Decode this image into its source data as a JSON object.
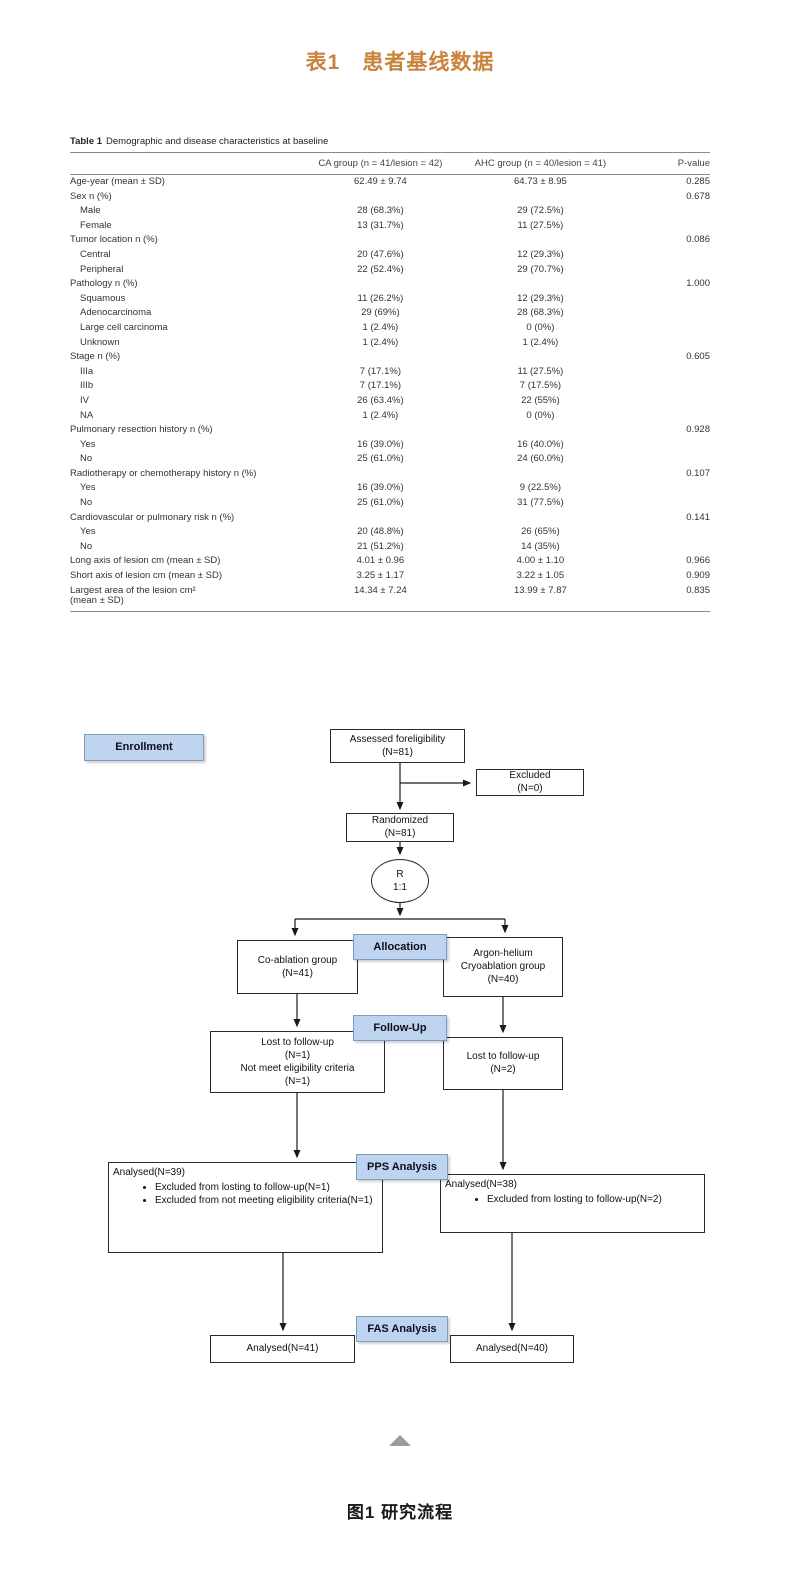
{
  "page": {
    "table_title": "表1　患者基线数据",
    "figure_caption": "图1 研究流程",
    "title_color": "#c8833c"
  },
  "table": {
    "caption_label": "Table 1",
    "caption_text": "Demographic and disease characteristics at baseline",
    "columns": {
      "label": "",
      "ca": "CA group (n = 41/lesion = 42)",
      "ahc": "AHC group (n = 40/lesion = 41)",
      "p": "P-value"
    },
    "rows": [
      {
        "label": "Age-year (mean ± SD)",
        "sub": false,
        "ca": "62.49 ± 9.74",
        "ahc": "64.73 ± 8.95",
        "p": "0.285"
      },
      {
        "label": "Sex n (%)",
        "sub": false,
        "ca": "",
        "ahc": "",
        "p": "0.678"
      },
      {
        "label": "Male",
        "sub": true,
        "ca": "28 (68.3%)",
        "ahc": "29 (72.5%)",
        "p": ""
      },
      {
        "label": "Female",
        "sub": true,
        "ca": "13 (31.7%)",
        "ahc": "11 (27.5%)",
        "p": ""
      },
      {
        "label": "Tumor location n (%)",
        "sub": false,
        "ca": "",
        "ahc": "",
        "p": "0.086"
      },
      {
        "label": "Central",
        "sub": true,
        "ca": "20 (47.6%)",
        "ahc": "12 (29.3%)",
        "p": ""
      },
      {
        "label": "Peripheral",
        "sub": true,
        "ca": "22 (52.4%)",
        "ahc": "29 (70.7%)",
        "p": ""
      },
      {
        "label": "Pathology n (%)",
        "sub": false,
        "ca": "",
        "ahc": "",
        "p": "1.000"
      },
      {
        "label": "Squamous",
        "sub": true,
        "ca": "11 (26.2%)",
        "ahc": "12 (29.3%)",
        "p": ""
      },
      {
        "label": "Adenocarcinoma",
        "sub": true,
        "ca": "29 (69%)",
        "ahc": "28 (68.3%)",
        "p": ""
      },
      {
        "label": "Large cell carcinoma",
        "sub": true,
        "ca": "1 (2.4%)",
        "ahc": "0 (0%)",
        "p": ""
      },
      {
        "label": "Unknown",
        "sub": true,
        "ca": "1 (2.4%)",
        "ahc": "1 (2.4%)",
        "p": ""
      },
      {
        "label": "Stage n (%)",
        "sub": false,
        "ca": "",
        "ahc": "",
        "p": "0.605"
      },
      {
        "label": "IIIa",
        "sub": true,
        "ca": "7 (17.1%)",
        "ahc": "11 (27.5%)",
        "p": ""
      },
      {
        "label": "IIIb",
        "sub": true,
        "ca": "7 (17.1%)",
        "ahc": "7 (17.5%)",
        "p": ""
      },
      {
        "label": "IV",
        "sub": true,
        "ca": "26 (63.4%)",
        "ahc": "22 (55%)",
        "p": ""
      },
      {
        "label": "NA",
        "sub": true,
        "ca": "1 (2.4%)",
        "ahc": "0 (0%)",
        "p": ""
      },
      {
        "label": "Pulmonary resection history n (%)",
        "sub": false,
        "ca": "",
        "ahc": "",
        "p": "0.928"
      },
      {
        "label": "Yes",
        "sub": true,
        "ca": "16 (39.0%)",
        "ahc": "16 (40.0%)",
        "p": ""
      },
      {
        "label": "No",
        "sub": true,
        "ca": "25 (61.0%)",
        "ahc": "24 (60.0%)",
        "p": ""
      },
      {
        "label": "Radiotherapy or chemotherapy history n (%)",
        "sub": false,
        "ca": "",
        "ahc": "",
        "p": "0.107"
      },
      {
        "label": "Yes",
        "sub": true,
        "ca": "16 (39.0%)",
        "ahc": "9 (22.5%)",
        "p": ""
      },
      {
        "label": "No",
        "sub": true,
        "ca": "25 (61.0%)",
        "ahc": "31 (77.5%)",
        "p": ""
      },
      {
        "label": "Cardiovascular or pulmonary risk n (%)",
        "sub": false,
        "ca": "",
        "ahc": "",
        "p": "0.141"
      },
      {
        "label": "Yes",
        "sub": true,
        "ca": "20 (48.8%)",
        "ahc": "26 (65%)",
        "p": ""
      },
      {
        "label": "No",
        "sub": true,
        "ca": "21 (51.2%)",
        "ahc": "14 (35%)",
        "p": ""
      },
      {
        "label": "Long axis of lesion cm (mean ± SD)",
        "sub": false,
        "ca": "4.01 ± 0.96",
        "ahc": "4.00 ± 1.10",
        "p": "0.966"
      },
      {
        "label": "Short axis of lesion cm (mean ± SD)",
        "sub": false,
        "ca": "3.25 ± 1.17",
        "ahc": "3.22 ± 1.05",
        "p": "0.909"
      },
      {
        "label": "Largest area of the lesion cm²",
        "label2": "(mean ± SD)",
        "sub": false,
        "ca": "14.34 ± 7.24",
        "ahc": "13.99 ± 7.87",
        "p": "0.835"
      }
    ]
  },
  "flow": {
    "enrollment_label": "Enrollment",
    "assessed": [
      "Assessed foreligibility",
      "(N=81)"
    ],
    "excluded": [
      "Excluded",
      "(N=0)"
    ],
    "randomized": [
      "Randomized",
      "(N=81)"
    ],
    "ratio": [
      "R",
      "1:1"
    ],
    "allocation_label": "Allocation",
    "ca_group": [
      "Co-ablation group",
      "(N=41)"
    ],
    "ahc_group": [
      "Argon-helium",
      "Cryoablation group",
      "(N=40)"
    ],
    "followup_label": "Follow-Up",
    "followup_left": [
      "Lost to follow-up",
      "(N=1)",
      "Not meet eligibility criteria",
      "(N=1)"
    ],
    "followup_right": [
      "Lost to follow-up",
      "(N=2)"
    ],
    "pps_label": "PPS Analysis",
    "pps_left_title": "Analysed(N=39)",
    "pps_left_bullets": [
      "Excluded from losting to follow-up(N=1)",
      "Excluded from not meeting eligibility criteria(N=1)"
    ],
    "pps_right_title": "Analysed(N=38)",
    "pps_right_bullets": [
      "Excluded from losting to follow-up(N=2)"
    ],
    "fas_label": "FAS Analysis",
    "fas_left": "Analysed(N=41)",
    "fas_right": "Analysed(N=40)"
  }
}
